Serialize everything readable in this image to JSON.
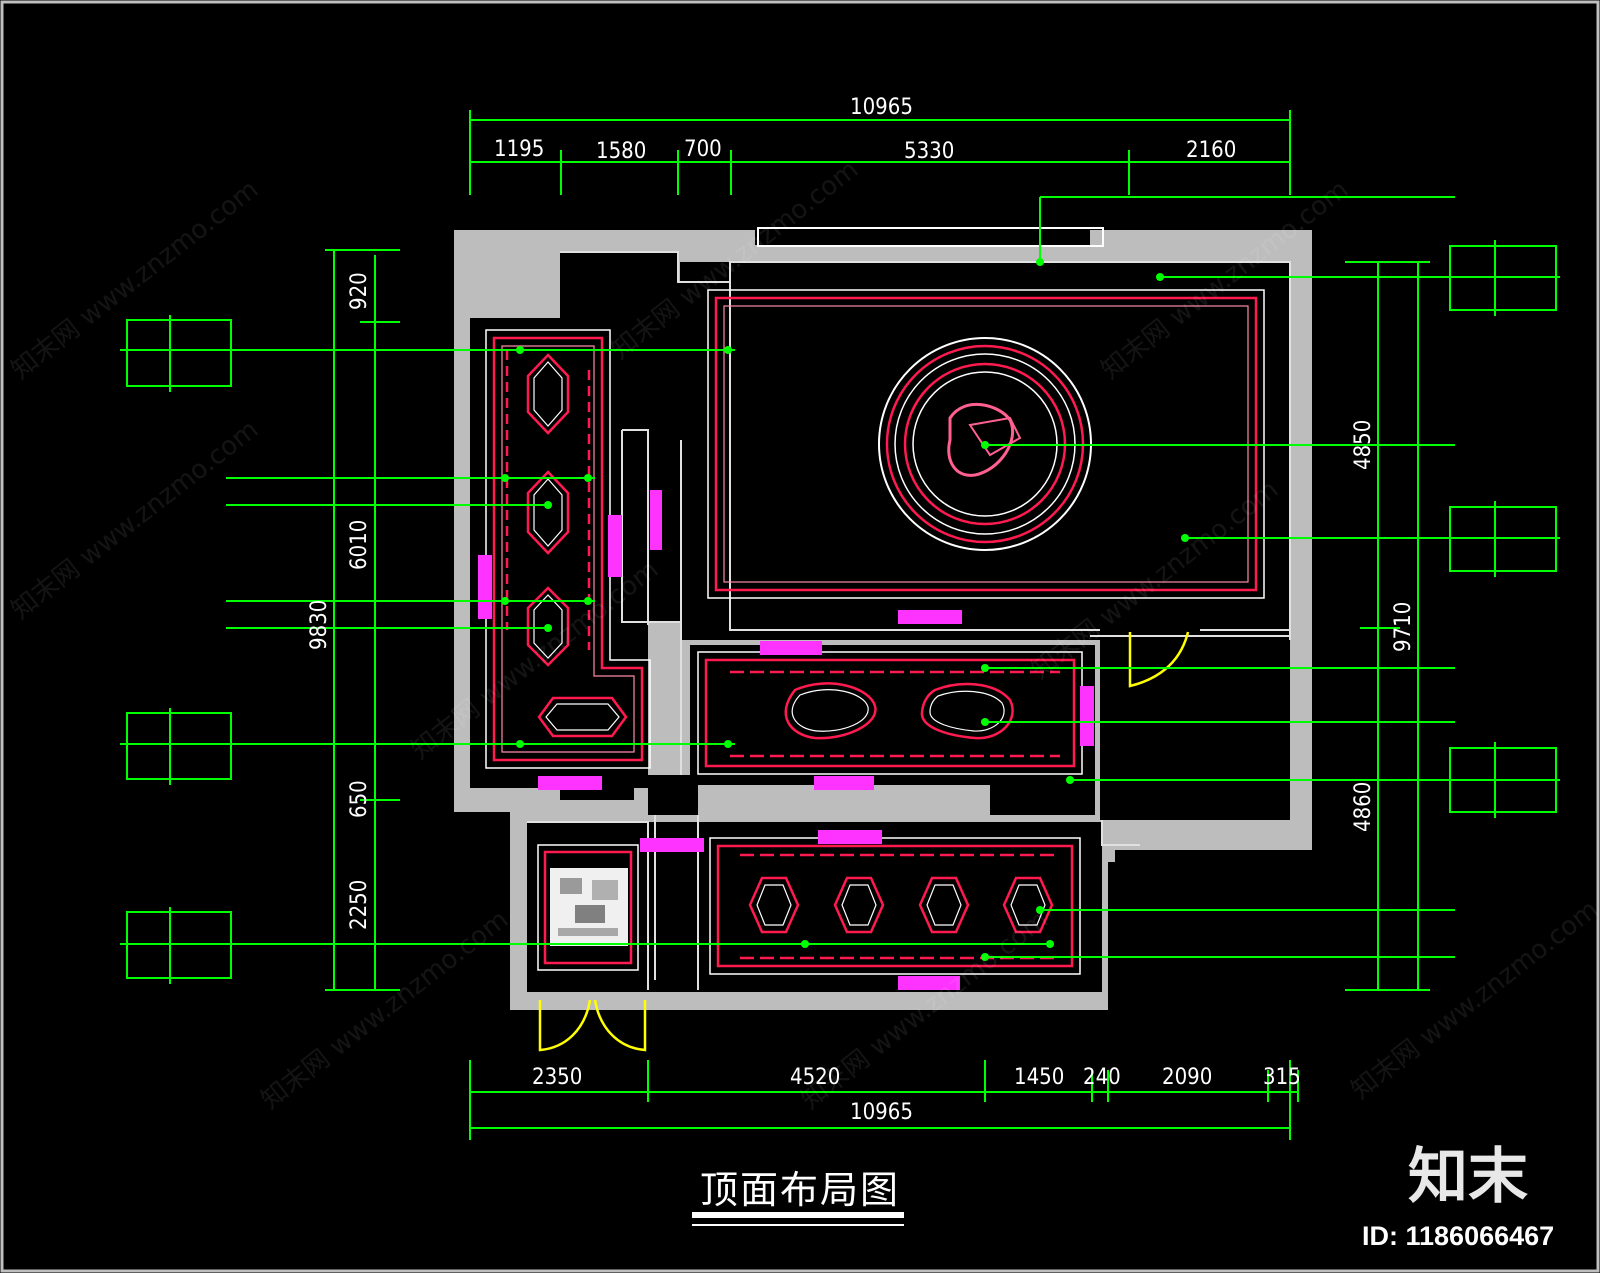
{
  "drawing": {
    "title": "顶面布局图",
    "colors": {
      "background": "#000000",
      "dimension": "#00ff00",
      "wall": "#bdbdbd",
      "ceiling_line": "#ff1a50",
      "door": "#ffff00",
      "tag": "#ff33ff",
      "text": "#ffffff"
    }
  },
  "dimensions": {
    "top_total": "10965",
    "top_segments": [
      "1195",
      "1580",
      "700",
      "5330",
      "2160"
    ],
    "bottom_total": "10965",
    "bottom_segments": [
      "2350",
      "4520",
      "1450",
      "240",
      "2090",
      "315"
    ],
    "left_total": "9830",
    "left_segments": [
      "920",
      "6010",
      "650",
      "2250"
    ],
    "right_total": "9710",
    "right_segments": [
      "4850",
      "4860"
    ]
  },
  "watermark": {
    "text": "知末网 www.znzmo.com",
    "logo": "知末",
    "id": "ID: 1186066467"
  }
}
